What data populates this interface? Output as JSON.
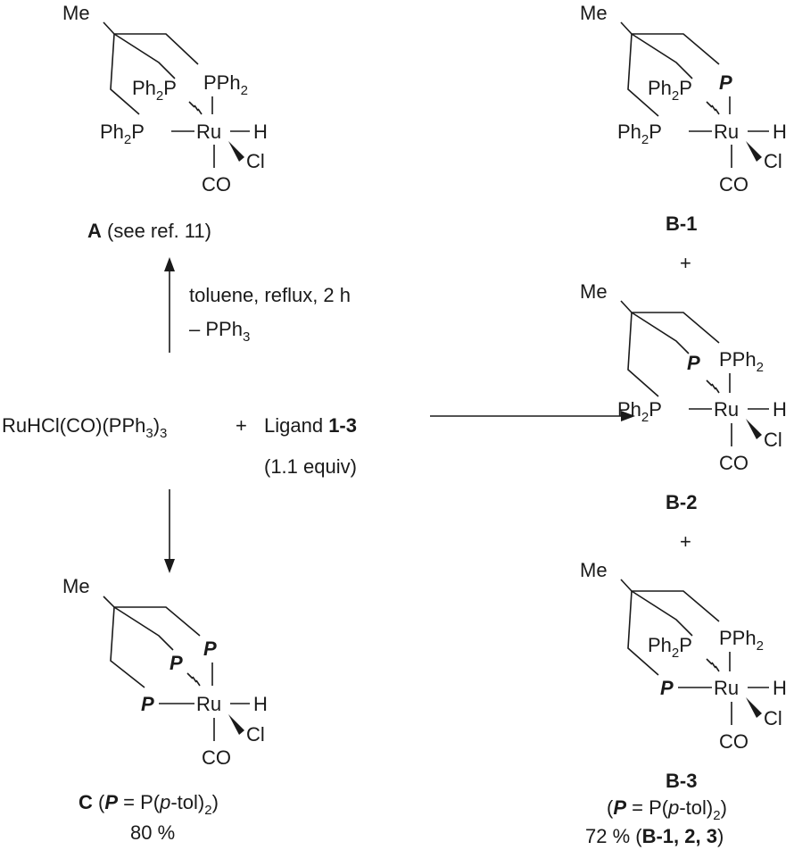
{
  "reaction": {
    "reactant": "RuHCl(CO)(PPh",
    "reactant_sub": "3",
    "reactant_close": ")",
    "reactant_sub2": "3",
    "plus": "+",
    "ligand_prefix": "Ligand ",
    "ligand_bold": "1-3",
    "equiv": "(1.1 equiv)",
    "cond_up_1": "toluene, reflux, 2 h",
    "cond_up_2_a": "– PPh",
    "cond_up_2_sub": "3"
  },
  "labels": {
    "Me": "Me",
    "Ru": "Ru",
    "H": "H",
    "Cl": "Cl",
    "CO": "CO",
    "Ph2P": "Ph",
    "Ph2P_sub": "2",
    "P_after": "P",
    "PPh2": "PPh",
    "PPh2_sub": "2",
    "Pbold": "P"
  },
  "compounds": {
    "A": {
      "bold": "A",
      "note": " (see ref. 11)"
    },
    "B1": {
      "bold": "B-1"
    },
    "B2": {
      "bold": "B-2"
    },
    "B3": {
      "bold": "B-3"
    },
    "C": {
      "bold": "C",
      "paren_open": " (",
      "pdef_eq": " = P(",
      "pdef_p": "p",
      "pdef_tol": "-tol)",
      "pdef_sub": "2",
      "paren_close": ")",
      "yield": "80 %"
    },
    "B_note": {
      "paren_open": "(",
      "pdef_eq": " = P(",
      "pdef_p": "p",
      "pdef_tol": "-tol)",
      "pdef_sub": "2",
      "paren_close": ")",
      "yield_a": "72 % (",
      "yield_bold": "B-1, 2, 3",
      "yield_b": ")"
    },
    "plus_1": "+",
    "plus_2": "+"
  }
}
